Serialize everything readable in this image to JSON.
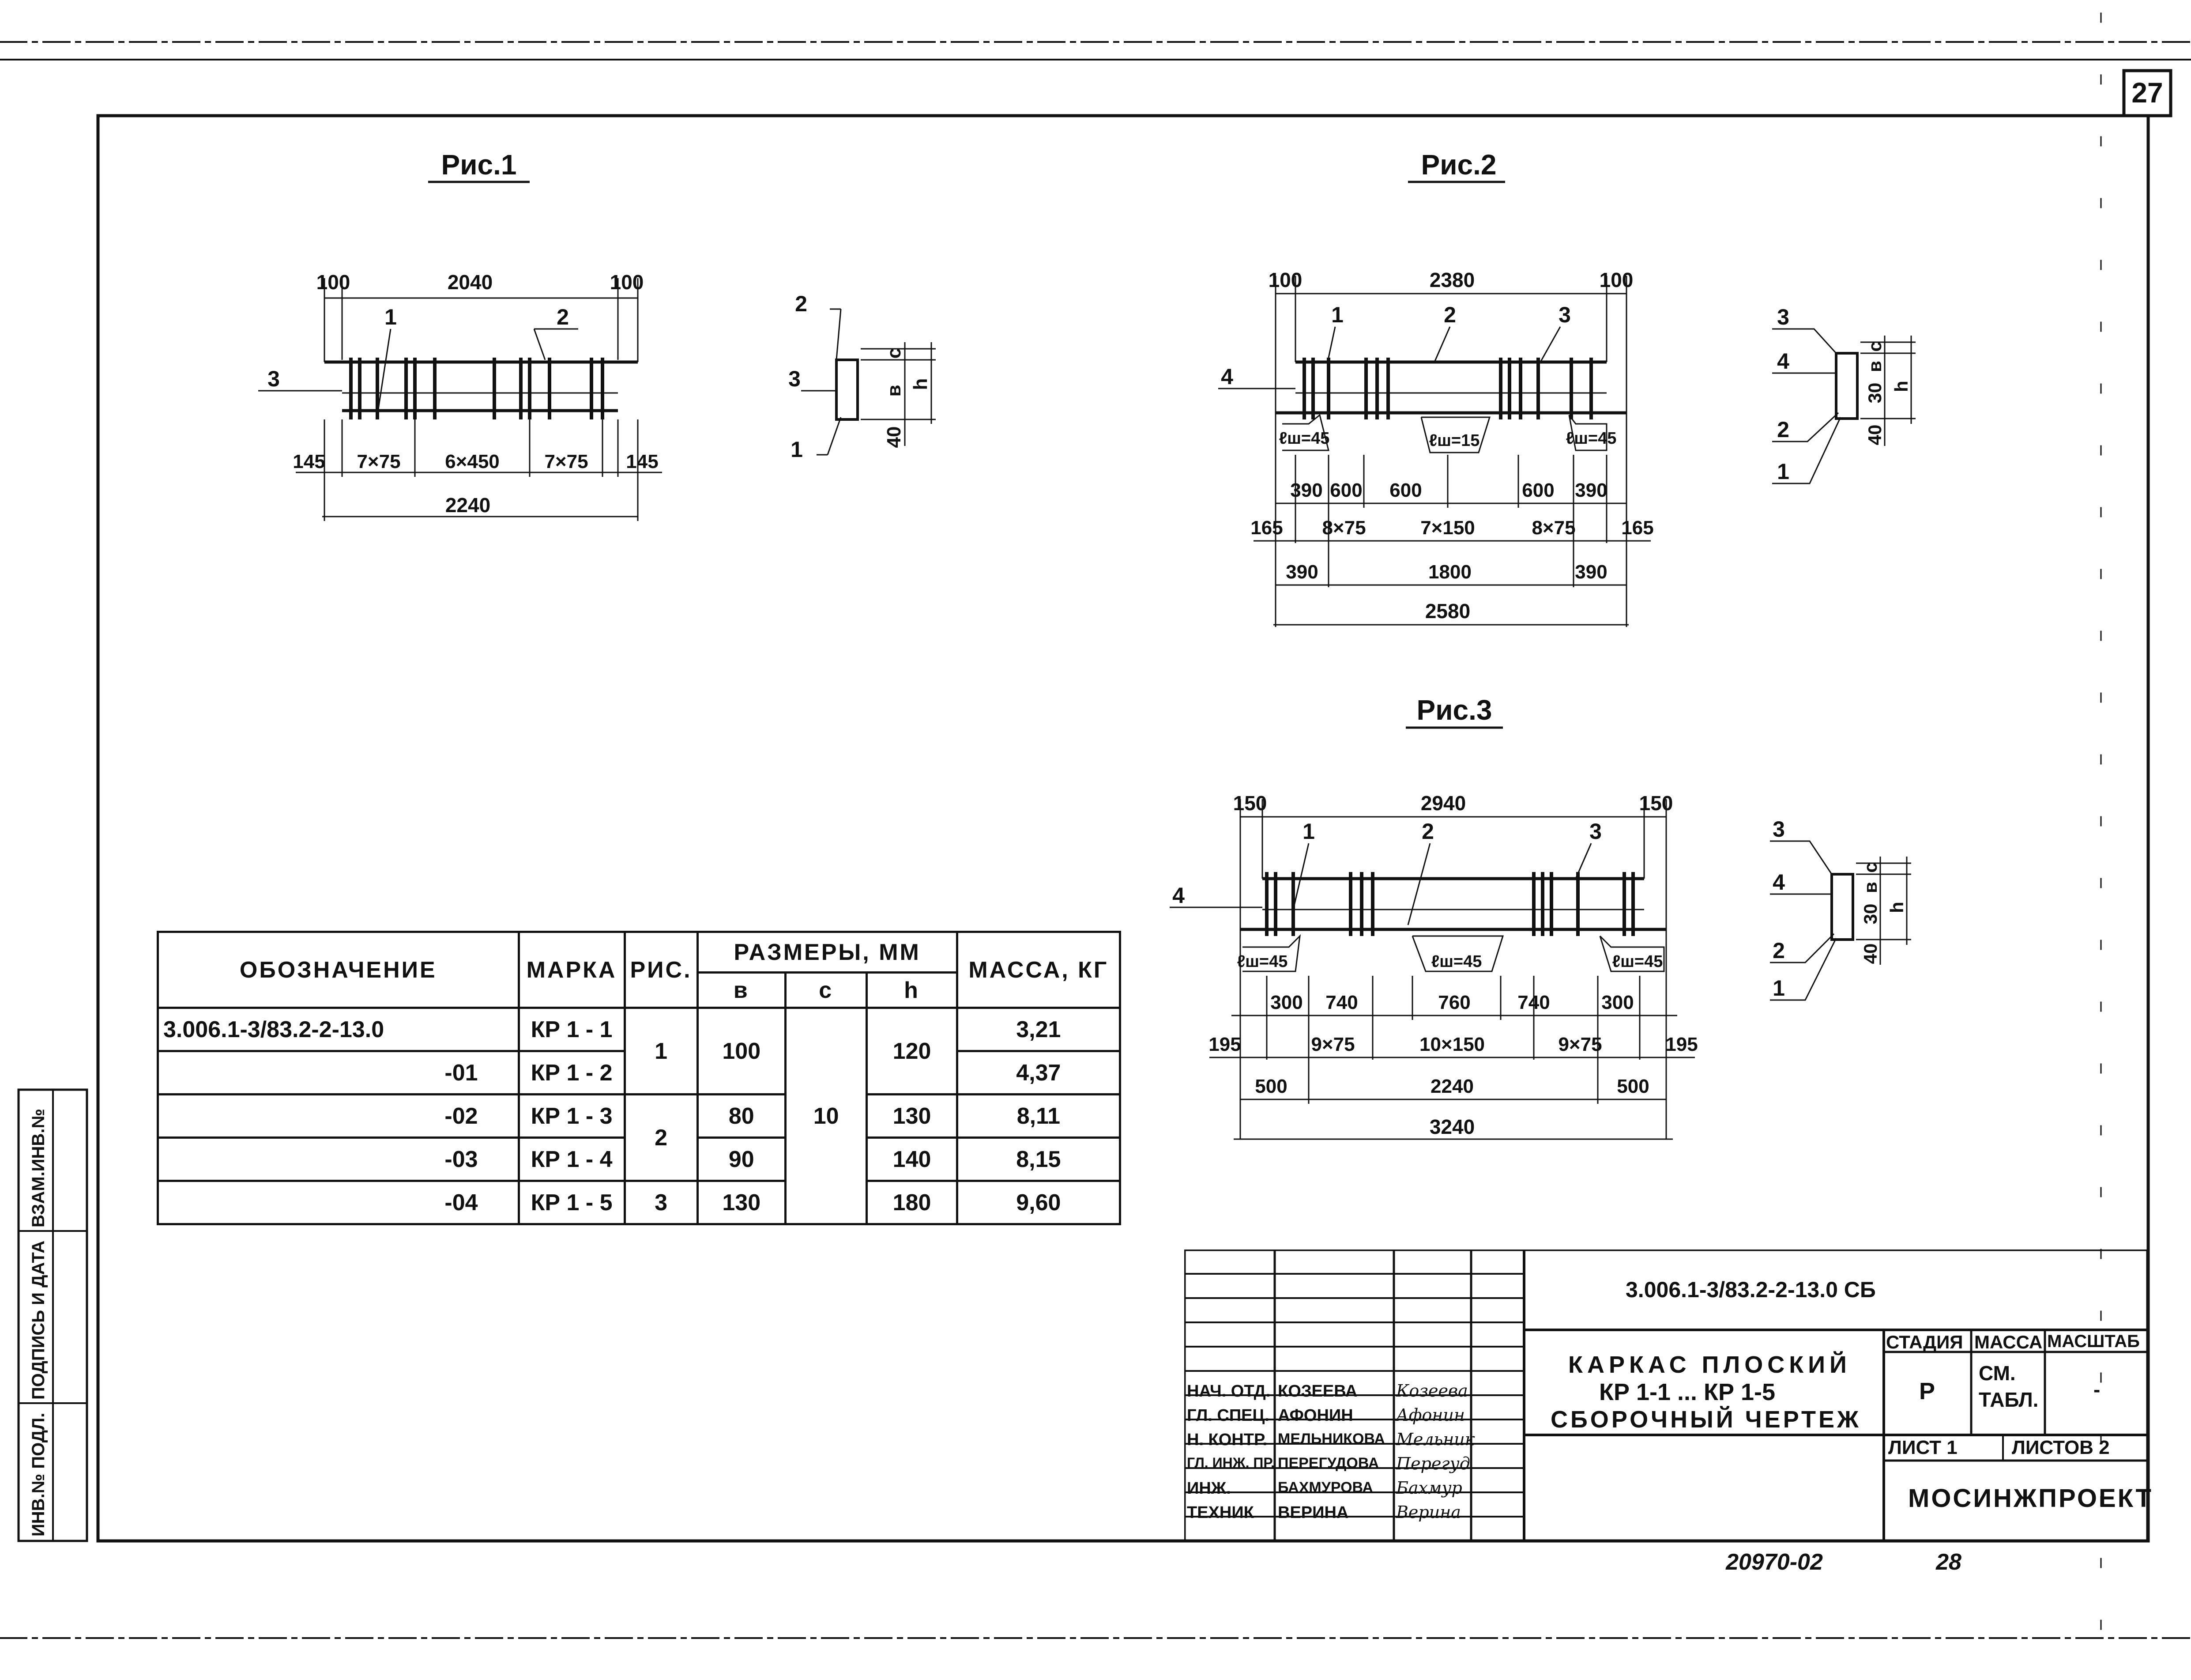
{
  "sheet": {
    "sheet_number": "27",
    "bottom_code": "20970-02",
    "bottom_page": "28",
    "side_labels": [
      "ИНВ.№ ПОДЛ.",
      "ПОДПИСЬ И ДАТА",
      "ВЗАМ.ИНВ.№"
    ]
  },
  "fig1": {
    "title": "Рис.1",
    "dims_top": [
      "100",
      "2040",
      "100"
    ],
    "dims_bottom": [
      "145",
      "7×75",
      "6×450",
      "7×75",
      "145"
    ],
    "total": "2240",
    "leaders": [
      "1",
      "2",
      "3"
    ],
    "section": {
      "leaders": [
        "2",
        "3",
        "1"
      ],
      "dims": [
        "c",
        "в",
        "h",
        "40"
      ]
    }
  },
  "fig2": {
    "title": "Рис.2",
    "dims_top": [
      "100",
      "2380",
      "100"
    ],
    "leaders": [
      "1",
      "2",
      "3",
      "4"
    ],
    "weld_labels": [
      "ℓш=45",
      "ℓш=15",
      "ℓш=45"
    ],
    "dims_row1": [
      "390",
      "600",
      "600",
      "600",
      "390"
    ],
    "dims_row2": [
      "165",
      "8×75",
      "7×150",
      "8×75",
      "165"
    ],
    "dims_row3": [
      "390",
      "1800",
      "390"
    ],
    "total": "2580",
    "section": {
      "leaders": [
        "3",
        "4",
        "2",
        "1"
      ],
      "dims": [
        "c",
        "30",
        "в",
        "h",
        "40"
      ]
    }
  },
  "fig3": {
    "title": "Рис.3",
    "dims_top": [
      "150",
      "2940",
      "150"
    ],
    "leaders": [
      "1",
      "2",
      "3",
      "4"
    ],
    "weld_labels": [
      "ℓш=45",
      "ℓш=45",
      "ℓш=45"
    ],
    "dims_row1": [
      "300",
      "740",
      "760",
      "740",
      "300"
    ],
    "dims_row2": [
      "195",
      "9×75",
      "10×150",
      "9×75",
      "195"
    ],
    "dims_row3": [
      "500",
      "2240",
      "500"
    ],
    "total": "3240",
    "section": {
      "leaders": [
        "3",
        "4",
        "2",
        "1"
      ],
      "dims": [
        "c",
        "30",
        "в",
        "h",
        "40"
      ]
    }
  },
  "spec": {
    "headers": {
      "designation": "ОБОЗНАЧЕНИЕ",
      "mark": "МАРКА",
      "fig": "РИС.",
      "sizes": "РАЗМЕРЫ, ММ",
      "b": "в",
      "c": "с",
      "h": "h",
      "mass": "МАССА, КГ"
    },
    "rows": [
      {
        "designation": "3.006.1-3/83.2-2-13.0",
        "mark": "КР 1 - 1",
        "fig": "1",
        "b": "100",
        "c": "10",
        "h": "120",
        "mass": "3,21"
      },
      {
        "designation": "-01",
        "mark": "КР 1 - 2",
        "fig": "",
        "b": "",
        "c": "",
        "h": "",
        "mass": "4,37"
      },
      {
        "designation": "-02",
        "mark": "КР 1 - 3",
        "fig": "2",
        "b": "80",
        "c": "",
        "h": "130",
        "mass": "8,11"
      },
      {
        "designation": "-03",
        "mark": "КР 1 - 4",
        "fig": "",
        "b": "90",
        "c": "",
        "h": "140",
        "mass": "8,15"
      },
      {
        "designation": "-04",
        "mark": "КР 1 - 5",
        "fig": "3",
        "b": "130",
        "c": "",
        "h": "180",
        "mass": "9,60"
      }
    ]
  },
  "stamp": {
    "doc_code": "3.006.1-3/83.2-2-13.0 СБ",
    "title_line1": "КАРКАС ПЛОСКИЙ",
    "title_line2": "КР 1-1 ... КР 1-5",
    "title_line3": "СБОРОЧНЫЙ ЧЕРТЕЖ",
    "stage_label": "СТАДИЯ",
    "mass_label": "МАССА",
    "scale_label": "МАСШТАБ",
    "stage_value": "Р",
    "mass_value": "СМ. ТАБЛ.",
    "scale_value": "-",
    "sheet_label": "ЛИСТ 1",
    "sheets_label": "ЛИСТОВ 2",
    "org": "МОСИНЖПРОЕКТ",
    "people": [
      {
        "role": "НАЧ. ОТД.",
        "name": "КОЗЕЕВА",
        "sign": "Козеева"
      },
      {
        "role": "ГЛ. СПЕЦ.",
        "name": "АФОНИН",
        "sign": "Афонин"
      },
      {
        "role": "Н. КОНТР.",
        "name": "МЕЛЬНИКОВА",
        "sign": "Мельник"
      },
      {
        "role": "ГЛ. ИНЖ. ПР.",
        "name": "ПЕРЕГУДОВА",
        "sign": "Перегуд"
      },
      {
        "role": "ИНЖ.",
        "name": "БАХМУРОВА",
        "sign": "Бахмур"
      },
      {
        "role": "ТЕХНИК",
        "name": "ВЕРИНА",
        "sign": "Верина"
      }
    ]
  }
}
